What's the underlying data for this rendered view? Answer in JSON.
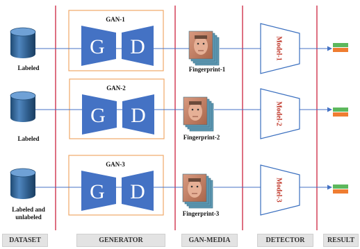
{
  "rows": [
    {
      "dataset_label": [
        "Labeled"
      ],
      "gan_title": "GAN-1",
      "generator_letter": "G",
      "discriminator_letter": "D",
      "fingerprint_label": "Fingerprint-1",
      "model_label": "Model-1"
    },
    {
      "dataset_label": [
        "Labeled"
      ],
      "gan_title": "GAN-2",
      "generator_letter": "G",
      "discriminator_letter": "D",
      "fingerprint_label": "Fingerprint-2",
      "model_label": "Model-2"
    },
    {
      "dataset_label": [
        "Labeled and",
        "unlabeled"
      ],
      "gan_title": "GAN-3",
      "generator_letter": "G",
      "discriminator_letter": "D",
      "fingerprint_label": "Fingerprint-3",
      "model_label": "Model-3"
    }
  ],
  "columns": {
    "dataset": "DATASET",
    "generator": "GENERATOR",
    "gan_media": "GAN-MEDIA",
    "detector": "DETECTOR",
    "result": "RESULT"
  },
  "colors": {
    "divider": "#c8102e",
    "gan_box_border": "#f0a868",
    "gan_block": "#4472c4",
    "cylinder": "#2e5c8a",
    "detector_border": "#3a6fbf",
    "model_text": "#c0392b",
    "result_top": "#5cb85c",
    "result_bottom": "#ef7d31",
    "arrow": "#4472c4"
  }
}
